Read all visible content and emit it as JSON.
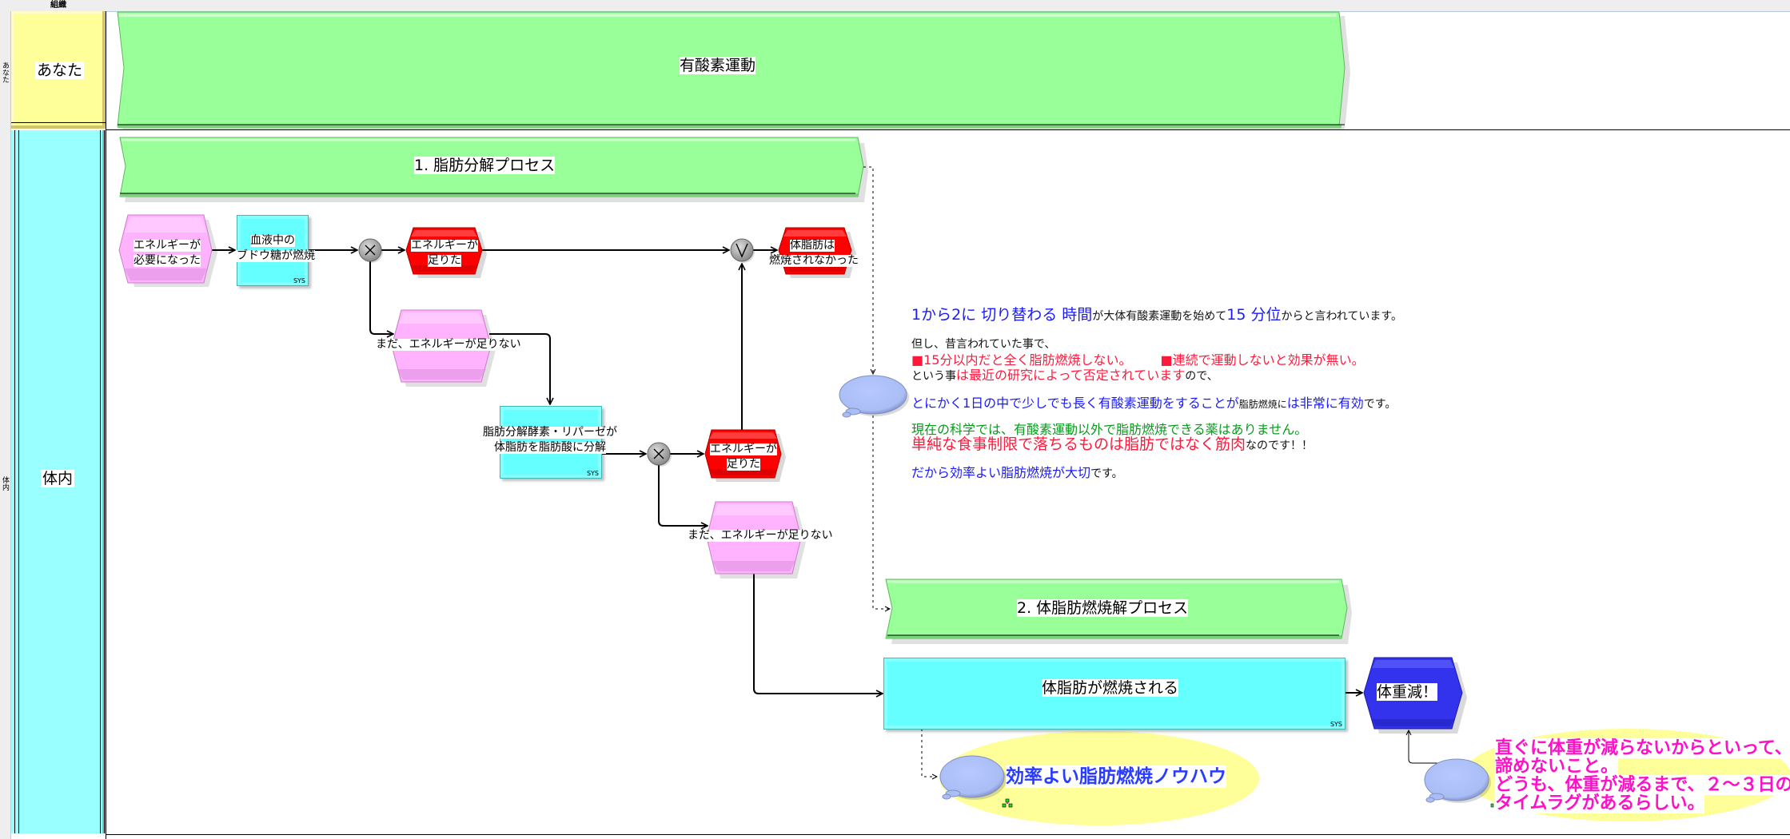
{
  "header": {
    "column_label": "組織"
  },
  "lanes": [
    {
      "id": "you",
      "label": "あなた",
      "side_label": "あなた",
      "color": "#ffff99"
    },
    {
      "id": "body",
      "label": "体内",
      "side_label": "体内",
      "color": "#99ffff"
    }
  ],
  "banners": {
    "main": "有酸素運動",
    "process1": "1. 脂肪分解プロセス",
    "process2": "2. 体脂肪燃焼解プロセス"
  },
  "nodes": {
    "event_energy_needed": {
      "line1": "エネルギーが",
      "line2": "必要になった",
      "type": "event",
      "color": "#ffb3ff"
    },
    "func_glucose_burn": {
      "line1": "血液中の",
      "line2": "ブドウ糖が燃焼",
      "tag": "SYS",
      "type": "function",
      "color": "#66ffff"
    },
    "xor1": {
      "symbol": "×",
      "type": "xor"
    },
    "event_enough1": {
      "line1": "エネルギーが",
      "line2": "足りた",
      "type": "event",
      "color": "#ff0000"
    },
    "or1": {
      "symbol": "∨",
      "type": "or"
    },
    "event_fat_not_burned": {
      "line1": "体脂肪は",
      "line2": "燃焼されなかった",
      "type": "event",
      "color": "#ff0000"
    },
    "event_not_enough1": {
      "label": "まだ、エネルギーが足りない",
      "type": "event",
      "color": "#ffb3ff"
    },
    "func_lipase": {
      "line1": "脂肪分解酵素・リパーゼが",
      "line2": "体脂肪を脂肪酸に分解",
      "tag": "SYS",
      "type": "function",
      "color": "#66ffff"
    },
    "xor2": {
      "symbol": "×",
      "type": "xor"
    },
    "event_enough2": {
      "line1": "エネルギーが",
      "line2": "足りた",
      "type": "event",
      "color": "#ff0000"
    },
    "event_not_enough2": {
      "label": "まだ、エネルギーが足りない",
      "type": "event",
      "color": "#ffb3ff"
    },
    "func_fat_burned": {
      "label": "体脂肪が燃焼される",
      "tag": "SYS",
      "type": "function",
      "color": "#66ffff"
    },
    "event_weight_loss": {
      "label": "体重減！",
      "type": "event",
      "color": "#3333ee"
    }
  },
  "annotation": {
    "l1": {
      "a": "1から2に 切り替わる 時間",
      "b": "が大体有酸素運動を始めて",
      "c": "15 分位",
      "d": "からと言われています。"
    },
    "l2": "但し、昔言われていた事で、",
    "l3": {
      "a": "■15分以内だと全く脂肪燃焼しない。",
      "b": "■連続で運動しないと効果が無い。"
    },
    "l4": {
      "a": "という事",
      "b": "は最近の研究によって否定されています",
      "c": "ので、"
    },
    "l5": {
      "a": "とにかく1日の中で少しでも長く有酸素運動をすることが",
      "b": "脂肪燃焼に",
      "c": "は非常に有効",
      "d": "です。"
    },
    "l6": "現在の科学では、有酸素運動以外で脂肪燃焼できる薬はありません。",
    "l7": {
      "a": "単純な食事制限で落ちるものは脂肪ではなく筋肉",
      "b": "なのです！！"
    },
    "l8": {
      "a": "だから効率よい脂肪燃焼が大切",
      "b": "です。"
    }
  },
  "notes": {
    "knowhow": "効率よい脂肪燃焼ノウハウ",
    "timelag": [
      "直ぐに体重が減らないからといって、",
      "諦めないこと。",
      "どうも、体重が減るまで、２～３日の",
      "タイムラグがあるらしい。"
    ]
  },
  "colors": {
    "banner_green": "#99ff99",
    "event_pink": "#ffb3ff",
    "event_red": "#ff0000",
    "function_cyan": "#66ffff",
    "event_blue": "#3333ee",
    "note_yellow": "#ffff99",
    "bubble": "#b3c6ff"
  }
}
